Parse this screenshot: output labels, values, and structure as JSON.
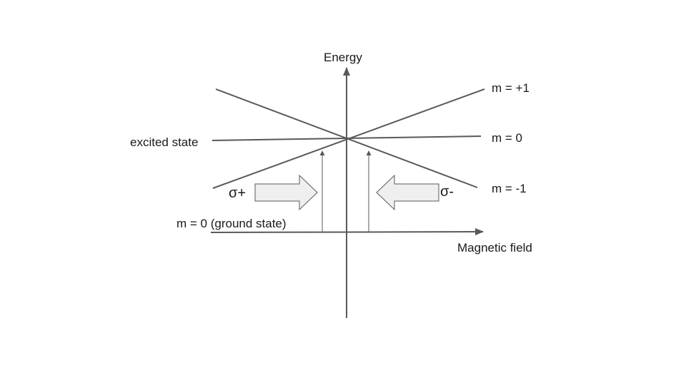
{
  "axes": {
    "y_label": "Energy",
    "x_label": "Magnetic field"
  },
  "levels": {
    "excited_state": "excited state",
    "m_plus": "m = +1",
    "m_zero": "m = 0",
    "m_minus": "m = -1",
    "ground": "m = 0 (ground state)"
  },
  "polarization": {
    "left": "σ+",
    "right": "σ-"
  },
  "colors": {
    "line": "#595959",
    "arrow_fill": "#efefef",
    "arrow_stroke": "#595959",
    "text": "#1a1a1a"
  }
}
